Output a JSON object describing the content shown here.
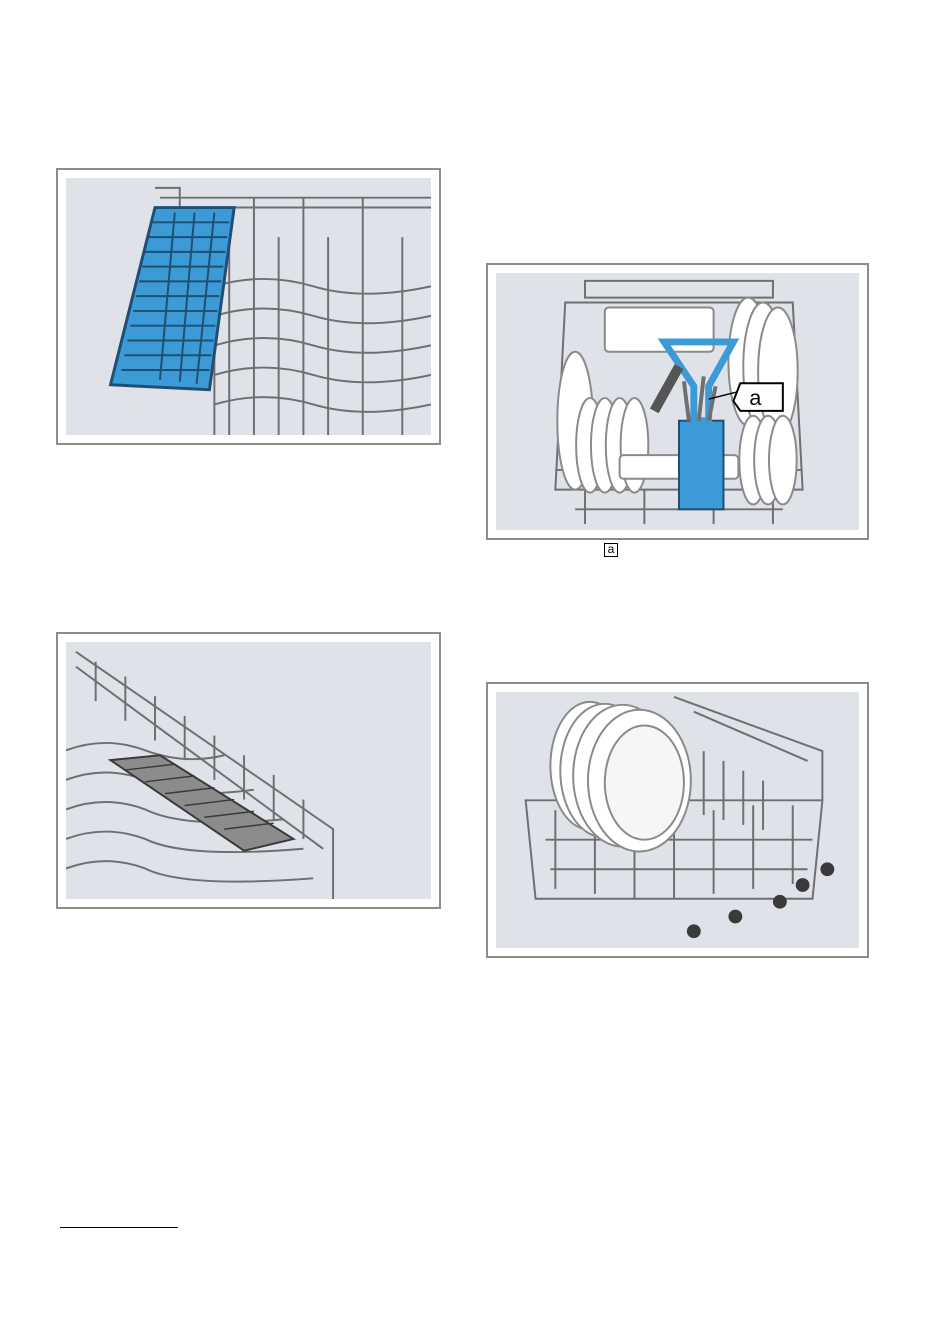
{
  "figures": {
    "cutlery_drawer": {
      "icon": "cutlery-drawer-illustration"
    },
    "upper_basket": {
      "icon": "upper-basket-cutlery-holder-illustration",
      "callout_label": "a"
    },
    "folding_rack": {
      "icon": "folding-rack-illustration"
    },
    "lower_basket": {
      "icon": "lower-basket-plates-illustration"
    }
  },
  "text_callout": {
    "label": "a"
  },
  "colors": {
    "frame_border": "#8c8c8c",
    "panel_bg": "#dfe2e8",
    "wire": "#6f6f6f",
    "accent_blue": "#3c9ad6"
  }
}
